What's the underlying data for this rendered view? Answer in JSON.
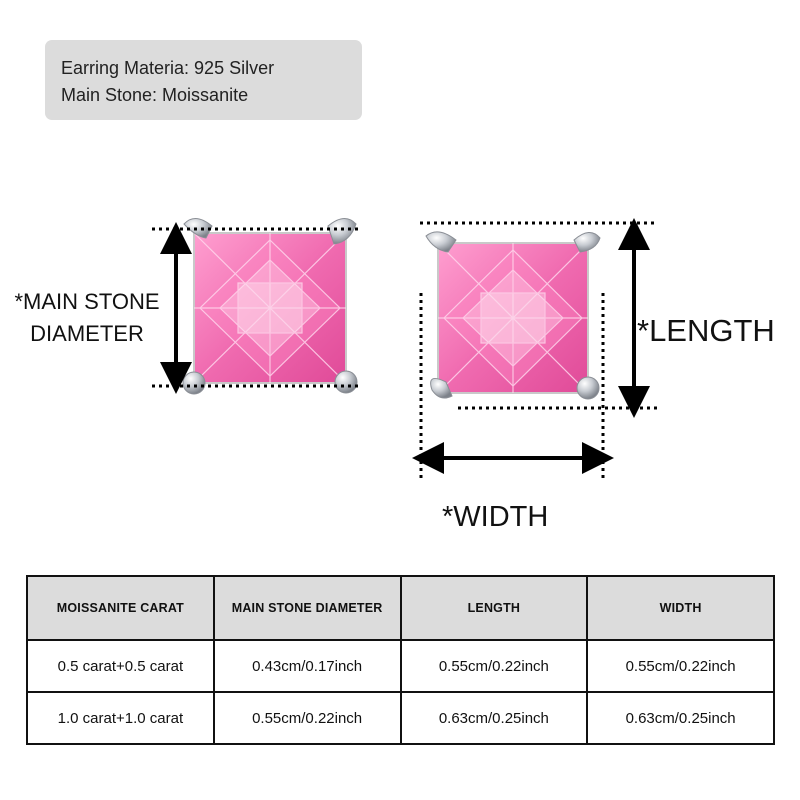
{
  "info": {
    "line1": "Earring Materia: 925 Silver",
    "line2": "Main Stone: Moissanite"
  },
  "labels": {
    "main_stone_line1": "*MAIN STONE",
    "main_stone_line2": "DIAMETER",
    "length": "*LENGTH",
    "width": "*WIDTH"
  },
  "colors": {
    "stone_pink": "#f06bb0",
    "stone_light": "#ffc6e2",
    "prong_silver": "#b8bcc2",
    "header_gray": "#dcdcdc"
  },
  "table": {
    "headers": [
      "MOISSANITE CARAT",
      "MAIN STONE DIAMETER",
      "LENGTH",
      "WIDTH"
    ],
    "rows": [
      [
        "0.5 carat+0.5 carat",
        "0.43cm/0.17inch",
        "0.55cm/0.22inch",
        "0.55cm/0.22inch"
      ],
      [
        "1.0 carat+1.0 carat",
        "0.55cm/0.22inch",
        "0.63cm/0.25inch",
        "0.63cm/0.25inch"
      ]
    ]
  }
}
